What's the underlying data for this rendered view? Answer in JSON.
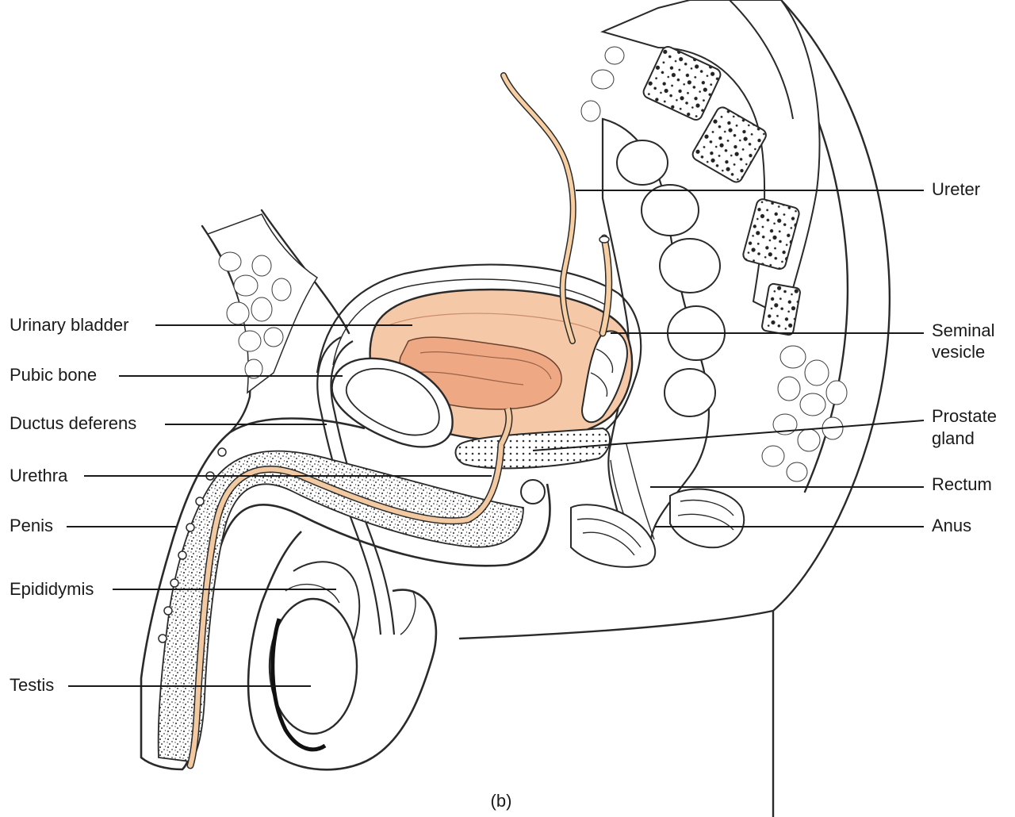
{
  "figure": {
    "caption": "(b)",
    "colors": {
      "bladder_fill": "#f5c9a8",
      "bladder_inner": "#eea984",
      "urethra_tube": "#f3c9a2",
      "ureter_tube": "#f7cfa3",
      "ink": "#1a1a1a",
      "stipple": "#555555"
    }
  },
  "labels_left": [
    {
      "id": "urinary-bladder",
      "text": "Urinary bladder"
    },
    {
      "id": "pubic-bone",
      "text": "Pubic bone"
    },
    {
      "id": "ductus-deferens",
      "text": "Ductus deferens"
    },
    {
      "id": "urethra",
      "text": "Urethra"
    },
    {
      "id": "penis",
      "text": "Penis"
    },
    {
      "id": "epididymis",
      "text": "Epididymis"
    },
    {
      "id": "testis",
      "text": "Testis"
    }
  ],
  "labels_right": [
    {
      "id": "ureter",
      "lines": [
        "Ureter"
      ]
    },
    {
      "id": "seminal-vesicle",
      "lines": [
        "Seminal",
        "vesicle"
      ]
    },
    {
      "id": "prostate-gland",
      "lines": [
        "Prostate",
        "gland"
      ]
    },
    {
      "id": "rectum",
      "lines": [
        "Rectum"
      ]
    },
    {
      "id": "anus",
      "lines": [
        "Anus"
      ]
    }
  ]
}
